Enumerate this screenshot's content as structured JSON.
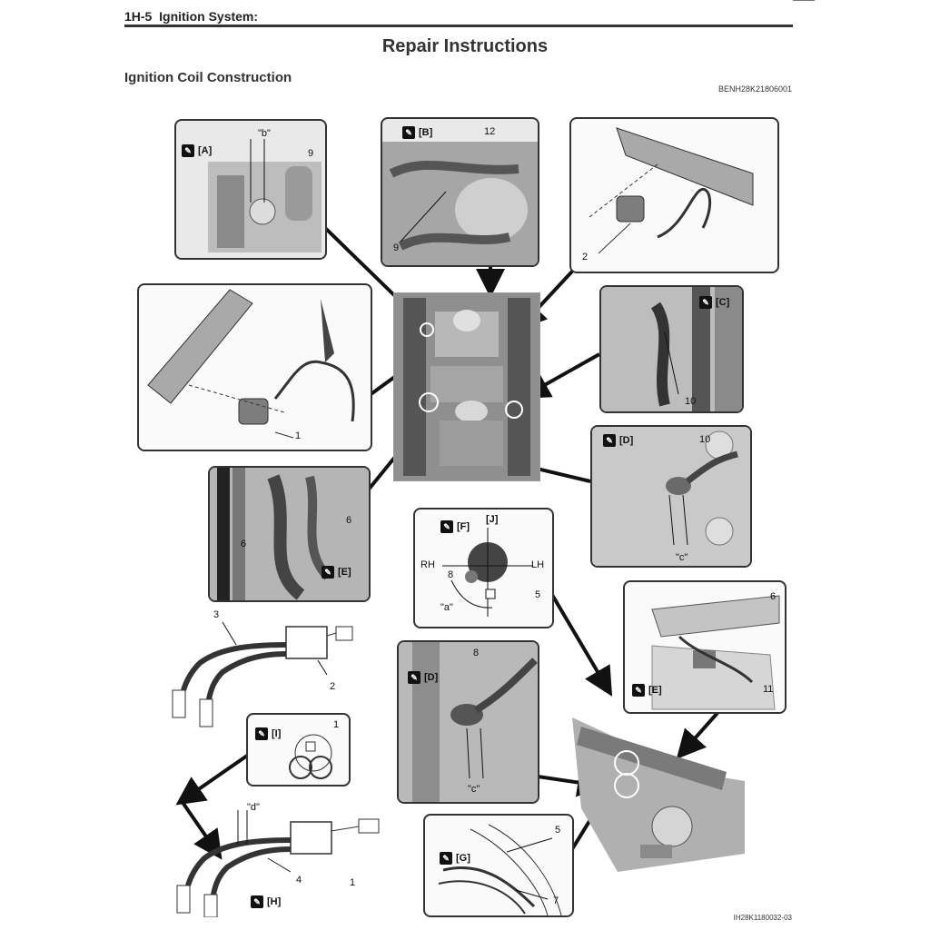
{
  "header": {
    "section": "1H-5",
    "title": "Ignition System:"
  },
  "page_title": "Repair Instructions",
  "section_title": "Ignition Coil Construction",
  "doc_code": "BENH28K21806001",
  "figure_code": "IH28K1180032-03",
  "callouts": {
    "A": "[A]",
    "B": "[B]",
    "C": "[C]",
    "D": "[D]",
    "E": "[E]",
    "F": "[F]",
    "G": "[G]",
    "H": "[H]",
    "I": "[I]",
    "J": "[J]"
  },
  "dims": {
    "a": "\"a\"",
    "b": "\"b\"",
    "c": "\"c\"",
    "d": "\"d\""
  },
  "sides": {
    "rh": "RH",
    "lh": "LH"
  },
  "numbers": {
    "n1": "1",
    "n2": "2",
    "n3": "3",
    "n4": "4",
    "n5": "5",
    "n6": "6",
    "n7": "7",
    "n8": "8",
    "n9": "9",
    "n10": "10",
    "n11": "11",
    "n12": "12"
  }
}
